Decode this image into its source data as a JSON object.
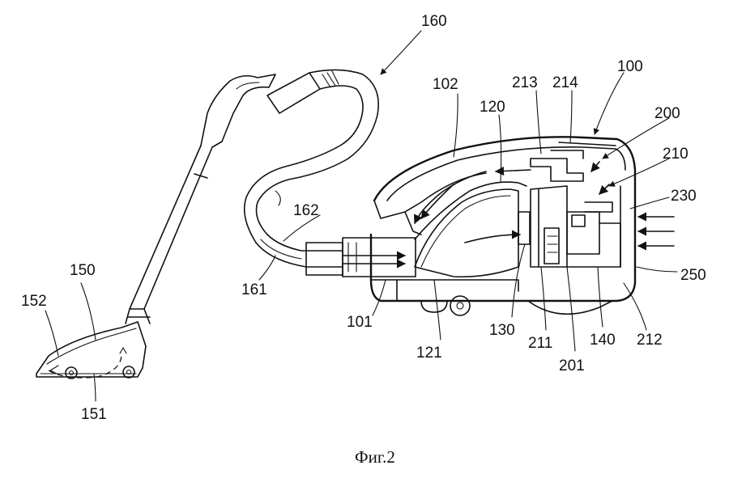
{
  "figure": {
    "caption": "Фиг.2",
    "labels": {
      "l100": "100",
      "l101": "101",
      "l102": "102",
      "l120": "120",
      "l121": "121",
      "l130": "130",
      "l140": "140",
      "l150": "150",
      "l151": "151",
      "l152": "152",
      "l160": "160",
      "l161": "161",
      "l162": "162",
      "l200": "200",
      "l201": "201",
      "l210": "210",
      "l211": "211",
      "l212": "212",
      "l213": "213",
      "l214": "214",
      "l230": "230",
      "l250": "250"
    }
  }
}
